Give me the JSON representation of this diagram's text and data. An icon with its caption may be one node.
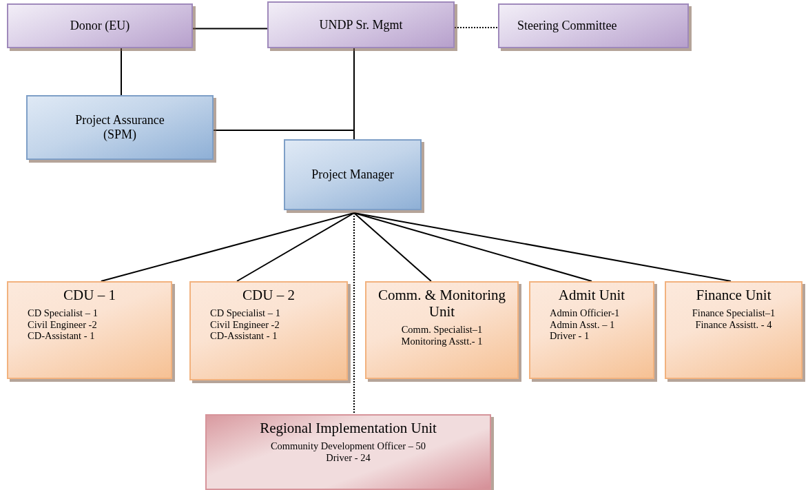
{
  "diagram": {
    "nodes": [
      {
        "text": [
          "Donor (EU)"
        ]
      },
      {
        "text": [
          "UNDP Sr. Mgmt"
        ]
      },
      {
        "text": [
          "Steering Committee"
        ]
      },
      {
        "text": [
          "Project Assurance (SPM)"
        ]
      },
      {
        "text": [
          "Project Manager"
        ]
      },
      {
        "text": [
          "CDU – 1",
          "CD Specialist – 1",
          "Civil Engineer -2",
          "CD-Assistant - 1"
        ]
      },
      {
        "text": [
          "CDU – 2",
          "CD Specialist – 1",
          "Civil Engineer -2",
          "CD-Assistant - 1"
        ]
      },
      {
        "text": [
          "Comm. & Monitoring Unit",
          "Comm. Specialist–1",
          "Monitoring Asstt.- 1"
        ]
      },
      {
        "text": [
          "Admit Unit",
          "Admin Officier-1",
          "Admin Asst. – 1",
          "Driver - 1"
        ]
      },
      {
        "text": [
          "Finance Unit",
          "Finance Specialist–1",
          "Finance Assistt. - 4"
        ]
      },
      {
        "text": [
          "Regional Implementation Unit",
          "Community Development Officer – 50",
          "Driver - 24"
        ]
      }
    ],
    "edges": [
      {
        "from": 0,
        "to": 1,
        "arrow": "none"
      },
      {
        "from": 1,
        "to": 2,
        "arrow": "none",
        "style": "dashed"
      },
      {
        "from": 0,
        "to": 3,
        "arrow": "none"
      },
      {
        "from": 1,
        "to": 4,
        "arrow": "none"
      },
      {
        "from": 3,
        "to": 4,
        "arrow": "none"
      },
      {
        "from": 4,
        "to": 5,
        "arrow": "none"
      },
      {
        "from": 4,
        "to": 6,
        "arrow": "none"
      },
      {
        "from": 4,
        "to": 7,
        "arrow": "none"
      },
      {
        "from": 4,
        "to": 8,
        "arrow": "none"
      },
      {
        "from": 4,
        "to": 9,
        "arrow": "none"
      },
      {
        "from": 4,
        "to": 10,
        "arrow": "none",
        "style": "dashed"
      }
    ]
  }
}
